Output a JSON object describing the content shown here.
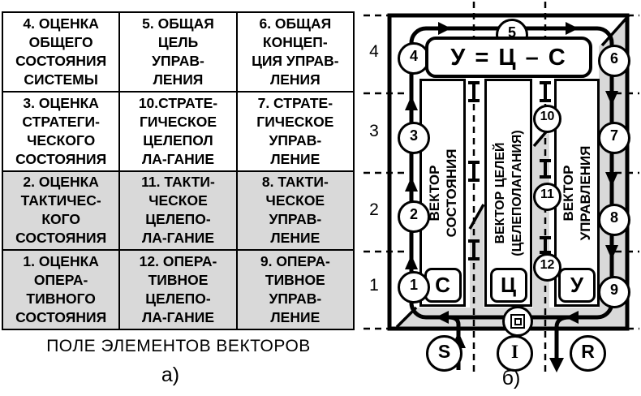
{
  "figure_a": {
    "table": {
      "rows": [
        [
          "4. ОЦЕНКА\nОБЩЕГО\nСОСТОЯНИЯ\nСИСТЕМЫ",
          "5. ОБЩАЯ\nЦЕЛЬ\nУПРАВ-\nЛЕНИЯ",
          "6. ОБЩАЯ\nКОНЦЕП-\nЦИЯ УПРАВ-\nЛЕНИЯ"
        ],
        [
          "3. ОЦЕНКА\nСТРАТЕГИ-\nЧЕСКОГО\nСОСТОЯНИЯ",
          "10.СТРАТЕ-\nГИЧЕСКОЕ\nЦЕЛЕПОЛ\nЛА-ГАНИЕ",
          "7. СТРАТЕ-\nГИЧЕСКОЕ\nУПРАВ-\nЛЕНИЕ"
        ],
        [
          "2. ОЦЕНКА\nТАКТИЧЕС-\nКОГО\nСОСТОЯНИЯ",
          "11. ТАКТИ-\nЧЕСКОЕ\nЦЕЛЕПО-\nЛА-ГАНИЕ",
          "8. ТАКТИ-\nЧЕСКОЕ\nУПРАВ-\nЛЕНИЕ"
        ],
        [
          "1. ОЦЕНКА\nОПЕРА-\nТИВНОГО\nСОСТОЯНИЯ",
          "12. ОПЕРА-\nТИВНОЕ\nЦЕЛЕПО-\nЛА-ГАНИЕ",
          "9. ОПЕРА-\nТИВНОЕ\nУПРАВ-\nЛЕНИЕ"
        ]
      ],
      "caption": "ПОЛЕ ЭЛЕМЕНТОВ ВЕКТОРОВ",
      "label": "а)"
    }
  },
  "figure_b": {
    "label": "б)",
    "formula": "У = Ц – С",
    "scale": [
      "4",
      "3",
      "2",
      "1"
    ],
    "columns": [
      {
        "title": "ВЕКТОР\nСОСТОЯНИЯ",
        "letter": "С"
      },
      {
        "title": "ВЕКТОР ЦЕЛЕЙ\n(ЦЕЛЕПОЛАГАНИЯ)",
        "letter": "Ц"
      },
      {
        "title": "ВЕКТОР\nУПРАВЛЕНИЯ",
        "letter": "У"
      }
    ],
    "nodes": {
      "n1": "1",
      "n2": "2",
      "n3": "3",
      "n4": "4",
      "n5": "5",
      "n6": "6",
      "n7": "7",
      "n8": "8",
      "n9": "9",
      "n10": "10",
      "n11": "11",
      "n12": "12"
    },
    "io": {
      "input": "S",
      "information": "I",
      "result": "R"
    }
  },
  "colors": {
    "shade": "#d9d9d9",
    "line": "#000000",
    "background": "#ffffff"
  }
}
